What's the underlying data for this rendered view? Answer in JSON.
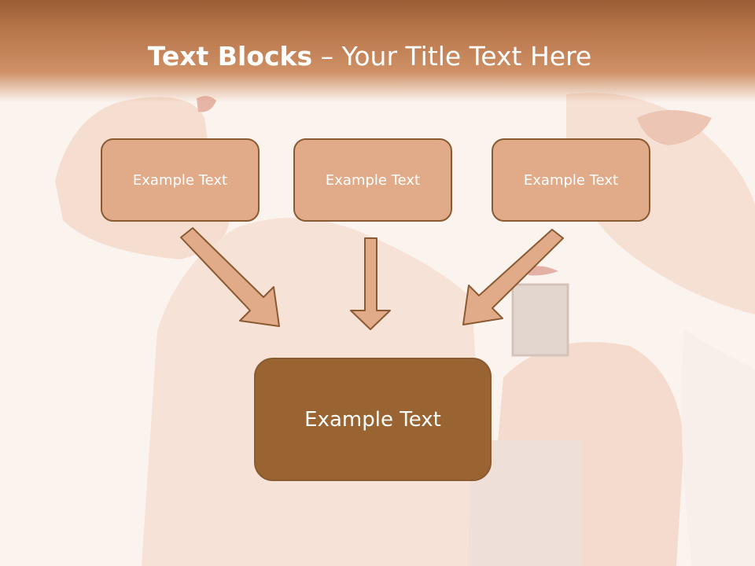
{
  "title": {
    "bold": "Text Blocks",
    "separator": " – ",
    "rest": "Your Title Text Here"
  },
  "boxes": {
    "top_left": "Example Text",
    "top_center": "Example Text",
    "top_right": "Example Text",
    "bottom": "Example Text"
  },
  "colors": {
    "header": "#b8764a",
    "box_fill": "#e1ab89",
    "box_border": "#8a5a32",
    "bottom_box_fill": "#9a6432",
    "arrow_fill": "#e1ab89"
  }
}
